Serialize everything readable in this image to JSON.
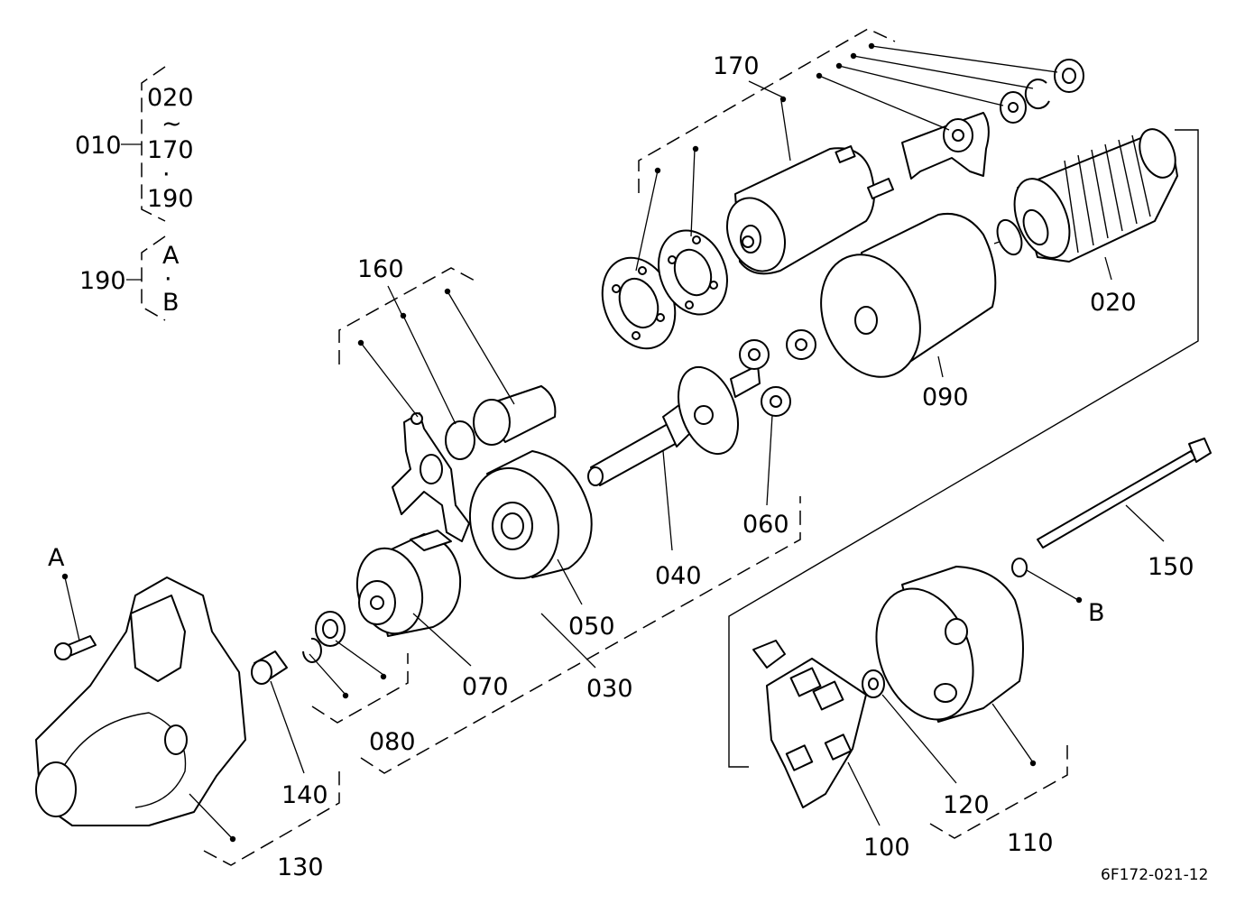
{
  "labels": {
    "p010": "010",
    "p020_top": "020",
    "tilde": "~",
    "p170_top": "170",
    "middot1": "·",
    "p190_top": "190",
    "p190": "190",
    "letterA_top": "A",
    "middot2": "·",
    "letterB_top": "B",
    "p170": "170",
    "p160": "160",
    "p020": "020",
    "p090": "090",
    "p060": "060",
    "p040": "040",
    "p050": "050",
    "p030": "030",
    "p070": "070",
    "p080": "080",
    "p140": "140",
    "p130": "130",
    "p150": "150",
    "letterB": "B",
    "p120": "120",
    "p110": "110",
    "p100": "100",
    "letterA": "A",
    "drawing_number": "6F172-021-12"
  }
}
